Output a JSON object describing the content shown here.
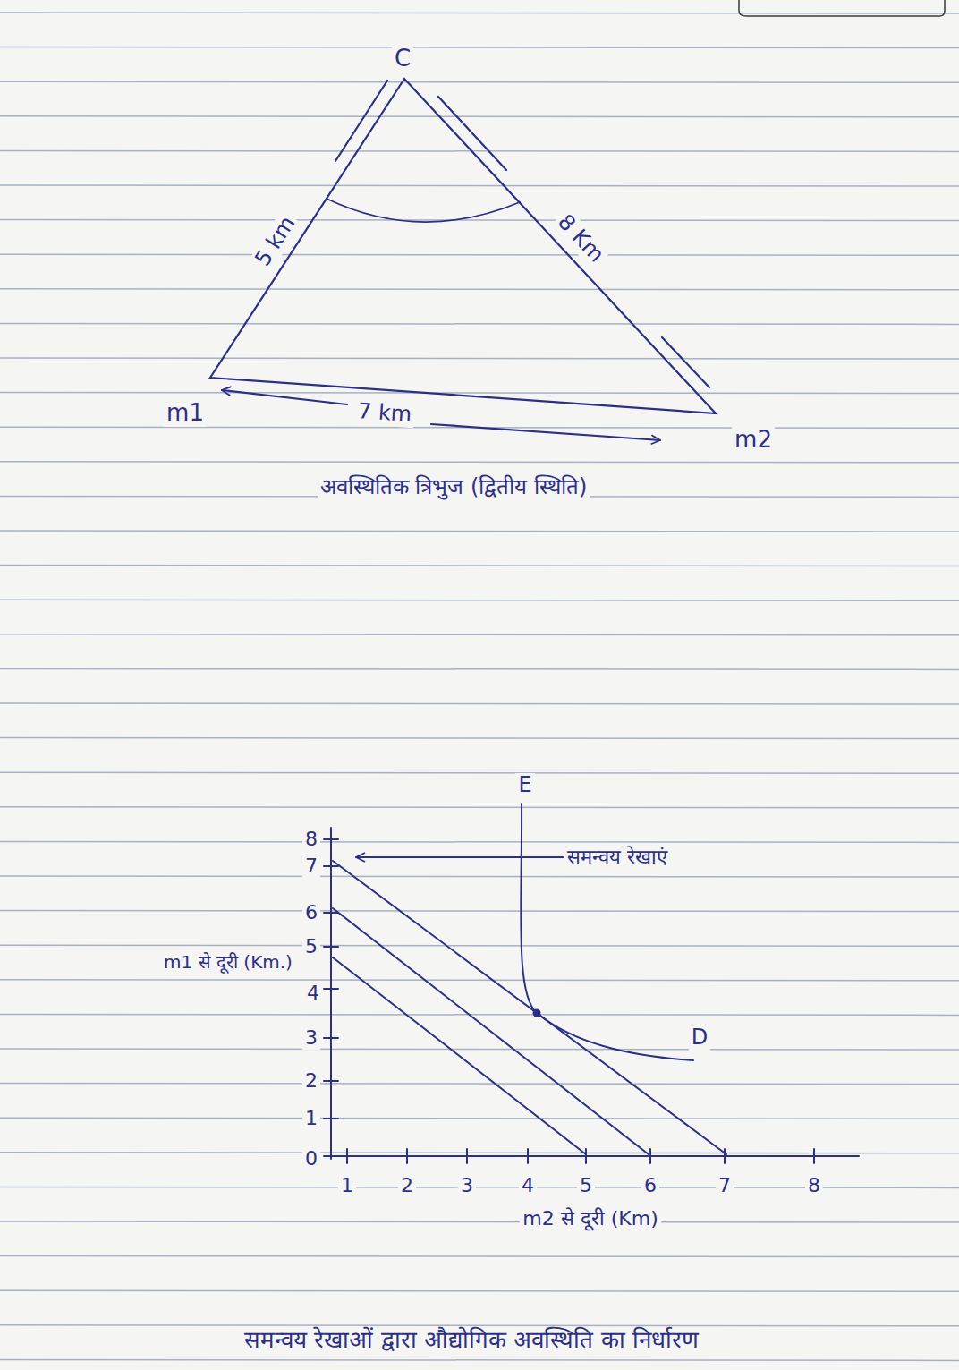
{
  "diagram": {
    "caption": "समन्वय रेखाओं द्वारा औद्योगिक अवस्थिति का निर्धारण",
    "labels": [
      "C",
      "5 km",
      "8 Km",
      "m1",
      "7 km",
      "m2",
      "अवस्थितिक त्रिभुज (द्वितीय स्थिति)",
      "8",
      "7",
      "6",
      "5",
      "4",
      "3",
      "2",
      "1",
      "0",
      "1",
      "2",
      "3",
      "4",
      "5",
      "6",
      "7",
      "8",
      "m1 से दूरी (Km.)",
      "समन्वय रेखाएं",
      "E",
      "D",
      "m2 से दूरी (Km)"
    ]
  }
}
